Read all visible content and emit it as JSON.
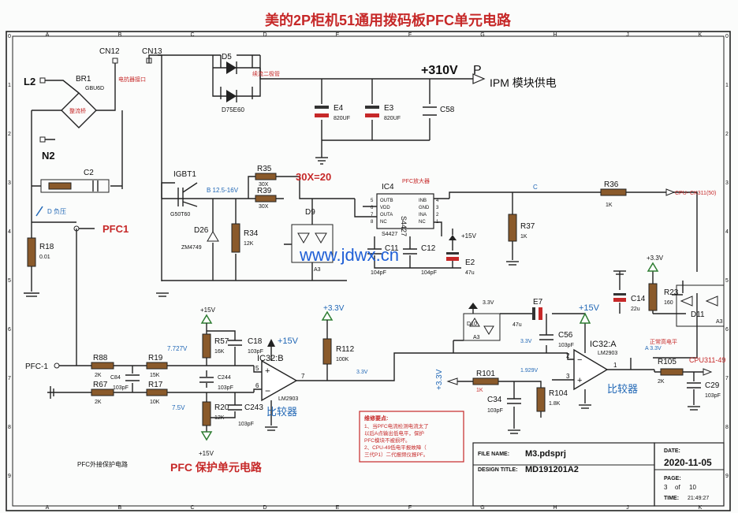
{
  "title": "美的2P柜机51通用拨码板PFC单元电路",
  "watermark": "www.jdwx.cn",
  "grid": {
    "columns": [
      "A",
      "B",
      "C",
      "D",
      "E",
      "F",
      "G",
      "H",
      "J",
      "K"
    ],
    "rows": [
      "0",
      "1",
      "2",
      "3",
      "4",
      "5",
      "6",
      "7",
      "8",
      "9"
    ]
  },
  "power": {
    "v310": "+310V",
    "p": "P",
    "ipm": "IPM 模块供电",
    "v15": "+15V",
    "v33": "+3.3V",
    "v33_small": "3.3V"
  },
  "connectors": {
    "l2": "L2",
    "n2": "N2",
    "cn12": "CN12",
    "cn13": "CN13",
    "cn13_note": "电抗器接口",
    "pfc1": "PFC1",
    "pfc_minus1": "PFC-1",
    "cpu_ck": "CPU- CK311(50)",
    "cpu_311": "CPU311-49"
  },
  "bridge": {
    "ref": "BR1",
    "part": "GBU6D",
    "note": "整流桥"
  },
  "diode_d5": {
    "ref": "D5",
    "part": "D75E60",
    "note": "续流二极管"
  },
  "igbt": {
    "ref": "IGBT1",
    "part": "G50T60",
    "note": "B 12.5-16V"
  },
  "ic4": {
    "ref": "IC4",
    "part": "S4427",
    "note": "PFC放大器",
    "chip": "S4427",
    "pins_left": [
      "OUTB",
      "VDD",
      "OUTA",
      "NC"
    ],
    "pins_right": [
      "INB",
      "GND",
      "INA",
      "NC"
    ],
    "pin_nums_left": [
      "5",
      "6",
      "7",
      "8"
    ],
    "pin_nums_right": [
      "4",
      "3",
      "2",
      "1"
    ]
  },
  "labels": {
    "x30": "30X=20",
    "d_neg": "D 负压",
    "c_mark": "C",
    "pfc_protect": "PFC 保护单元电路",
    "pfc_ext": "PFC外接保护电路",
    "comparator": "比较器",
    "normal_high": "正常高电平",
    "a33": "A 3.3V",
    "v7727": "7.727V",
    "v75": "7.5V",
    "v33b": "3.3V",
    "v33c": "3.3V",
    "v1929": "1.929V",
    "icb": "IC32:B",
    "ica": "IC32:A",
    "lm": "LM2903",
    "lm2": "LM2903",
    "p5": "5",
    "p6": "6",
    "p7": "7",
    "p2": "2",
    "p3": "3",
    "p1": "1",
    "a3a": "A3",
    "a3b": "A3",
    "a3c": "A3"
  },
  "parts": {
    "R18": {
      "ref": "R18",
      "val": "0.01"
    },
    "R34": {
      "ref": "R34",
      "val": "12K"
    },
    "R35": {
      "ref": "R35",
      "val": "30X"
    },
    "R39": {
      "ref": "R39",
      "val": "30X"
    },
    "R36": {
      "ref": "R36",
      "val": "1K"
    },
    "R37": {
      "ref": "R37",
      "val": "1K"
    },
    "R23": {
      "ref": "R23",
      "val": "160"
    },
    "R88": {
      "ref": "R88",
      "val": "2K"
    },
    "R67": {
      "ref": "R67",
      "val": "2K"
    },
    "R19": {
      "ref": "R19",
      "val": "15K"
    },
    "R17": {
      "ref": "R17",
      "val": "10K"
    },
    "R57": {
      "ref": "R57",
      "val": "16K"
    },
    "R20": {
      "ref": "R20",
      "val": "12K"
    },
    "R112": {
      "ref": "R112",
      "val": "100K"
    },
    "R101": {
      "ref": "R101",
      "val": "1K"
    },
    "R104": {
      "ref": "R104",
      "val": "1.8K"
    },
    "R105": {
      "ref": "R105",
      "val": "2K"
    },
    "C2": {
      "ref": "C2"
    },
    "C58": {
      "ref": "C58"
    },
    "E4": {
      "ref": "E4",
      "val": "820UF"
    },
    "E3": {
      "ref": "E3",
      "val": "820UF"
    },
    "E2": {
      "ref": "E2",
      "val": "47u"
    },
    "E7": {
      "ref": "E7",
      "val": "47u"
    },
    "C11": {
      "ref": "C11",
      "val": "104pF"
    },
    "C12": {
      "ref": "C12",
      "val": "104pF"
    },
    "C14": {
      "ref": "C14",
      "val": "22u"
    },
    "C18": {
      "ref": "C18",
      "val": "103pF"
    },
    "C84": {
      "ref": "C84",
      "val": "103pF"
    },
    "C244": {
      "ref": "C244",
      "val": "103pF"
    },
    "C243": {
      "ref": "C243",
      "val": "103pF"
    },
    "C56": {
      "ref": "C56",
      "val": "103pF"
    },
    "C34": {
      "ref": "C34",
      "val": "103pF"
    },
    "C29": {
      "ref": "C29",
      "val": "103pF"
    },
    "D26": {
      "ref": "D26",
      "val": "ZM4749"
    },
    "D9": {
      "ref": "D9"
    },
    "D10": {
      "ref": "D10"
    },
    "D11": {
      "ref": "D11"
    }
  },
  "notes": {
    "title": "维修要点:",
    "lines": [
      "1、当PFC电流检测电流太了",
      "以后A点输出低电平，保护",
      "PFC模块不被损坏。",
      "2、CPU-49低电平报故障（",
      "三代P1）二代报频仪报PF。"
    ]
  },
  "title_block": {
    "file_label": "FILE NAME:",
    "file_value": "M3.pdsprj",
    "design_label": "DESIGN TITLE:",
    "design_value": "MD191201A2",
    "date_label": "DATE:",
    "date_value": "2020-11-05",
    "page_label": "PAGE:",
    "page_value": "3",
    "page_of": "of",
    "page_total": "10",
    "time_label": "TIME:",
    "time_value": "21:49:27"
  },
  "colors": {
    "red": "#c62828",
    "blue": "#1f66b5",
    "ink": "#222222",
    "watermark": "#1f5fd6"
  }
}
